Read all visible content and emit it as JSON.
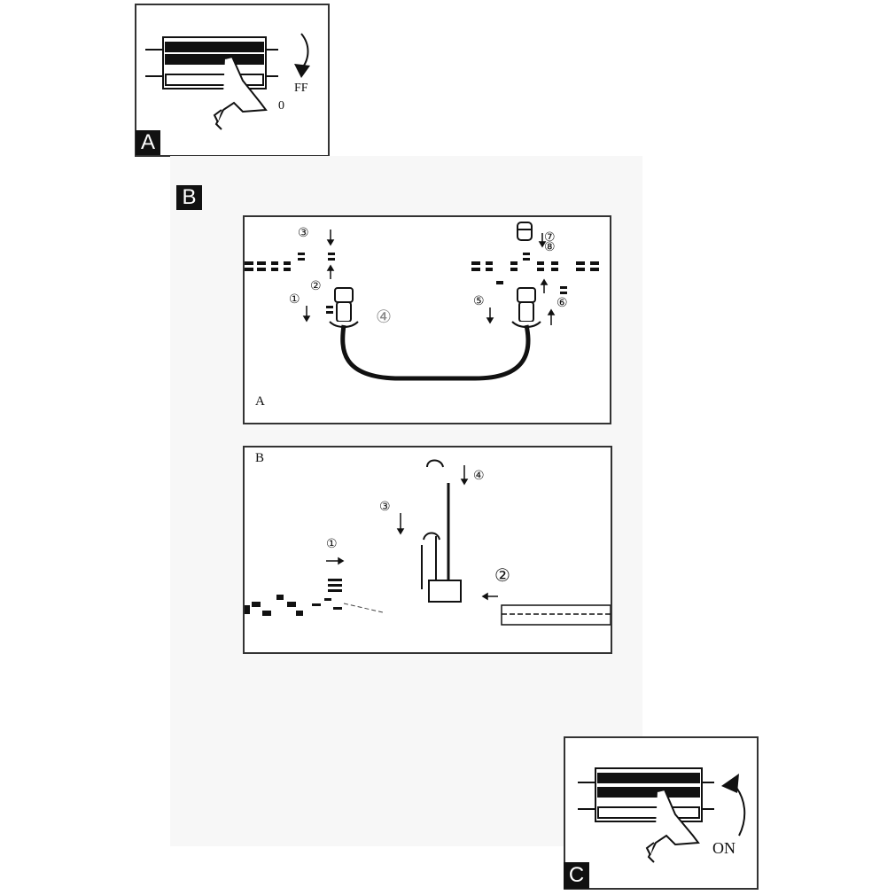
{
  "steps": {
    "a": {
      "tag": "A",
      "action_label": "FF",
      "state_label": "0"
    },
    "b": {
      "tag": "B",
      "sub_a": {
        "label": "A",
        "markers": [
          "③",
          "②",
          "①",
          "④",
          "⑦",
          "⑧",
          "⑤",
          "⑥"
        ]
      },
      "sub_b": {
        "label": "B",
        "markers": [
          "④",
          "③",
          "①",
          "②"
        ]
      }
    },
    "c": {
      "tag": "C",
      "state_label": "ON"
    }
  },
  "icons": [
    "breaker-panel-icon",
    "hand-icon",
    "rotate-arrow-icon",
    "cable-connector-icon",
    "gland-nut-icon",
    "cable-icon",
    "terminal-screw-icon",
    "terminal-block-icon"
  ]
}
